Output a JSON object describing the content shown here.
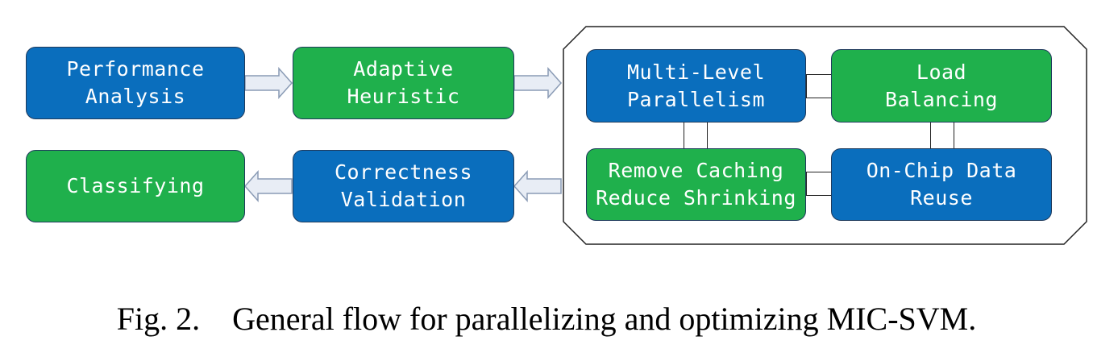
{
  "colors": {
    "blue_box": "#0a6ebd",
    "green_box": "#1fb04c",
    "arrow_fill": "#e8edf5",
    "arrow_stroke": "#8a9bb5"
  },
  "boxes": {
    "performance_analysis": [
      "Performance",
      "Analysis"
    ],
    "adaptive_heuristic": [
      "Adaptive",
      "Heuristic"
    ],
    "multi_level_parallelism": [
      "Multi-Level",
      "Parallelism"
    ],
    "load_balancing": [
      "Load",
      "Balancing"
    ],
    "remove_caching": [
      "Remove Caching",
      "Reduce Shrinking"
    ],
    "on_chip_data_reuse": [
      "On-Chip Data",
      "Reuse"
    ],
    "correctness_validation": [
      "Correctness",
      "Validation"
    ],
    "classifying": [
      "Classifying"
    ]
  },
  "caption": {
    "label": "Fig. 2.",
    "text": "General flow for parallelizing and optimizing MIC-SVM."
  }
}
